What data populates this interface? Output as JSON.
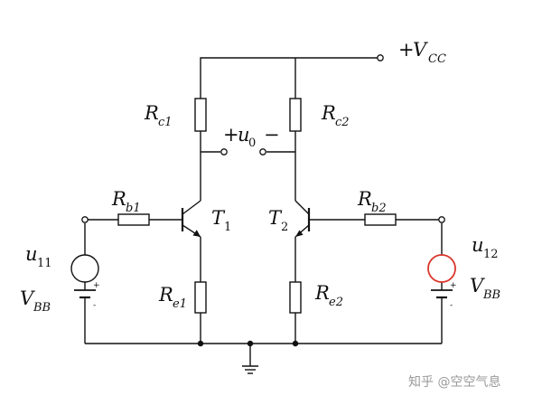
{
  "title": "",
  "colors": {
    "wire": "#111111",
    "highlight_source": "#d9362b"
  },
  "vcc": {
    "sign": "+",
    "main": "V",
    "sub": "CC"
  },
  "output": {
    "plus": "+",
    "main": "u",
    "sub": "0",
    "minus": "−"
  },
  "components": {
    "rc1": {
      "main": "R",
      "sub": "c1"
    },
    "rc2": {
      "main": "R",
      "sub": "c2"
    },
    "rb1": {
      "main": "R",
      "sub": "b1"
    },
    "rb2": {
      "main": "R",
      "sub": "b2"
    },
    "re1": {
      "main": "R",
      "sub": "e1"
    },
    "re2": {
      "main": "R",
      "sub": "e2"
    },
    "t1": {
      "main": "T",
      "sub": "1"
    },
    "t2": {
      "main": "T",
      "sub": "2"
    },
    "u11": {
      "main": "u",
      "sub": "11"
    },
    "u12": {
      "main": "u",
      "sub": "12"
    },
    "vbb_left": {
      "main": "V",
      "sub": "BB",
      "plus": "+",
      "minus": "-"
    },
    "vbb_right": {
      "main": "V",
      "sub": "BB",
      "plus": "+",
      "minus": "-"
    }
  },
  "watermark": "知乎 @空空气息"
}
